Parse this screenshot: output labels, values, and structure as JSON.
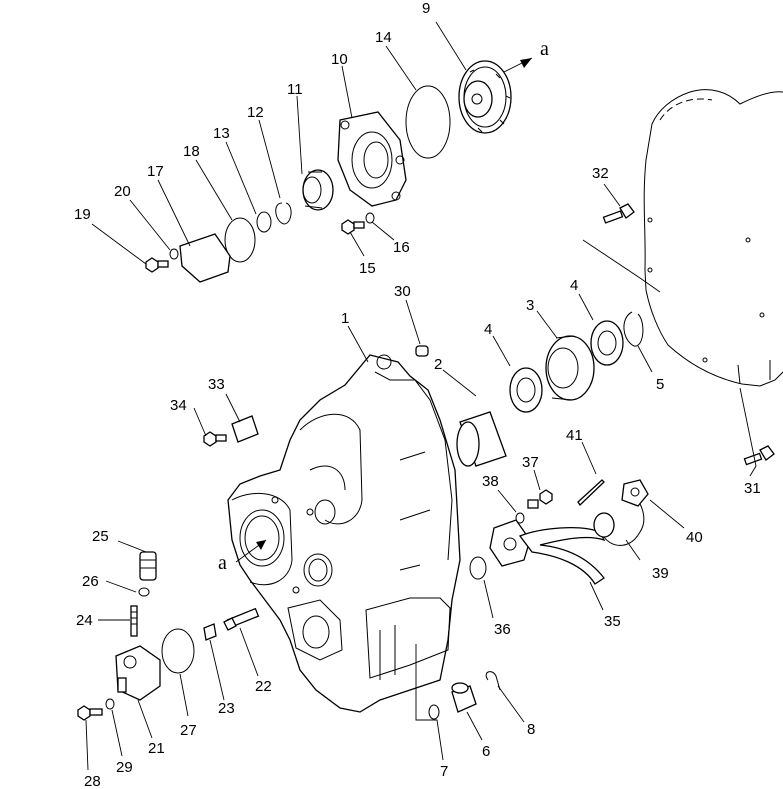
{
  "callouts": [
    "1",
    "2",
    "3",
    "4",
    "4",
    "5",
    "6",
    "7",
    "8",
    "9",
    "10",
    "11",
    "12",
    "13",
    "14",
    "15",
    "16",
    "17",
    "18",
    "19",
    "20",
    "21",
    "22",
    "23",
    "24",
    "25",
    "26",
    "27",
    "28",
    "29",
    "30",
    "31",
    "32",
    "33",
    "34",
    "35",
    "36",
    "37",
    "38",
    "39",
    "40",
    "41"
  ],
  "arrow_letters": [
    "a",
    "a"
  ]
}
